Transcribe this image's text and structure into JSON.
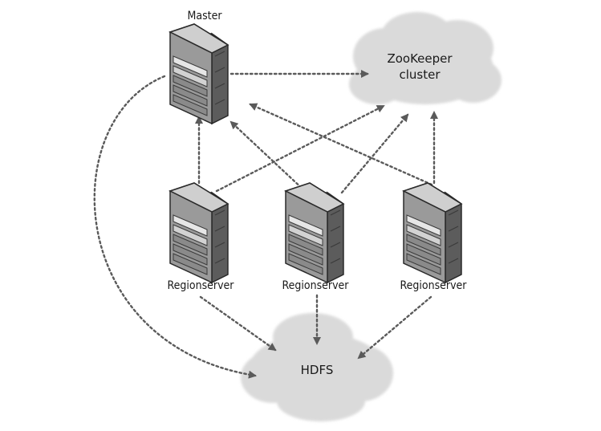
{
  "diagram": {
    "nodes": {
      "master": {
        "label": "Master",
        "icon": "server-icon"
      },
      "zookeeper": {
        "label_line1": "ZooKeeper",
        "label_line2": "cluster",
        "icon": "cloud-icon"
      },
      "regionserver_1": {
        "label": "Regionserver",
        "icon": "server-icon"
      },
      "regionserver_2": {
        "label": "Regionserver",
        "icon": "server-icon"
      },
      "regionserver_3": {
        "label": "Regionserver",
        "icon": "server-icon"
      },
      "hdfs": {
        "label": "HDFS",
        "icon": "cloud-icon"
      }
    },
    "edges": [
      {
        "from": "master",
        "to": "zookeeper",
        "style": "dotted-arrow"
      },
      {
        "from": "master",
        "to": "hdfs",
        "style": "dotted-arrow"
      },
      {
        "from": "regionserver_1",
        "to": "master",
        "style": "dotted-arrow"
      },
      {
        "from": "regionserver_2",
        "to": "master",
        "style": "dotted-arrow"
      },
      {
        "from": "regionserver_3",
        "to": "master",
        "style": "dotted-arrow"
      },
      {
        "from": "regionserver_1",
        "to": "zookeeper",
        "style": "dotted-arrow"
      },
      {
        "from": "regionserver_2",
        "to": "zookeeper",
        "style": "dotted-arrow"
      },
      {
        "from": "regionserver_3",
        "to": "zookeeper",
        "style": "dotted-arrow"
      },
      {
        "from": "regionserver_1",
        "to": "hdfs",
        "style": "dotted-arrow"
      },
      {
        "from": "regionserver_2",
        "to": "hdfs",
        "style": "dotted-arrow"
      },
      {
        "from": "regionserver_3",
        "to": "hdfs",
        "style": "dotted-arrow"
      }
    ],
    "colors": {
      "cloud": "#d9d9d9",
      "server_front": "#9a9a9a",
      "server_side": "#5c5c5c",
      "server_top": "#c8c8c8",
      "connector": "#5a5a5a"
    }
  }
}
